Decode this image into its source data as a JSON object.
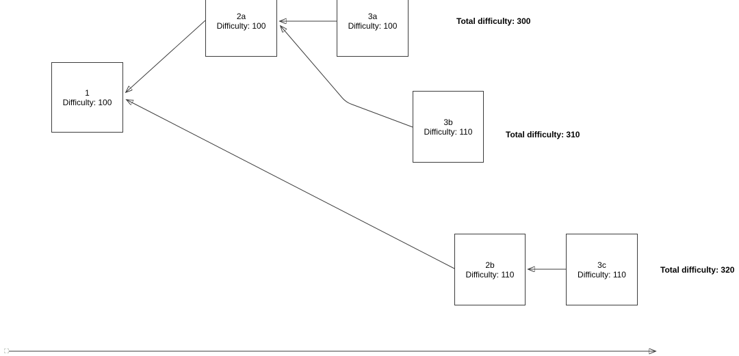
{
  "diagram": {
    "nodes": [
      {
        "id": "1",
        "label": "1",
        "difficulty": "Difficulty: 100"
      },
      {
        "id": "2a",
        "label": "2a",
        "difficulty": "Difficulty: 100"
      },
      {
        "id": "3a",
        "label": "3a",
        "difficulty": "Difficulty: 100"
      },
      {
        "id": "3b",
        "label": "3b",
        "difficulty": "Difficulty: 110"
      },
      {
        "id": "2b",
        "label": "2b",
        "difficulty": "Difficulty: 110"
      },
      {
        "id": "3c",
        "label": "3c",
        "difficulty": "Difficulty: 110"
      }
    ],
    "totals": [
      {
        "chain_tip": "3a",
        "text": "Total difficulty: 300"
      },
      {
        "chain_tip": "3b",
        "text": "Total difficulty: 310"
      },
      {
        "chain_tip": "3c",
        "text": "Total difficulty: 320"
      }
    ],
    "edges": [
      {
        "from": "2a",
        "to": "1"
      },
      {
        "from": "3a",
        "to": "2a"
      },
      {
        "from": "3b",
        "to": "2a"
      },
      {
        "from": "2b",
        "to": "1"
      },
      {
        "from": "3c",
        "to": "2b"
      }
    ],
    "colors": {
      "line": "#3b3b3b",
      "box_border": "#3b3b3b",
      "text": "#000000",
      "background": "#ffffff"
    }
  }
}
